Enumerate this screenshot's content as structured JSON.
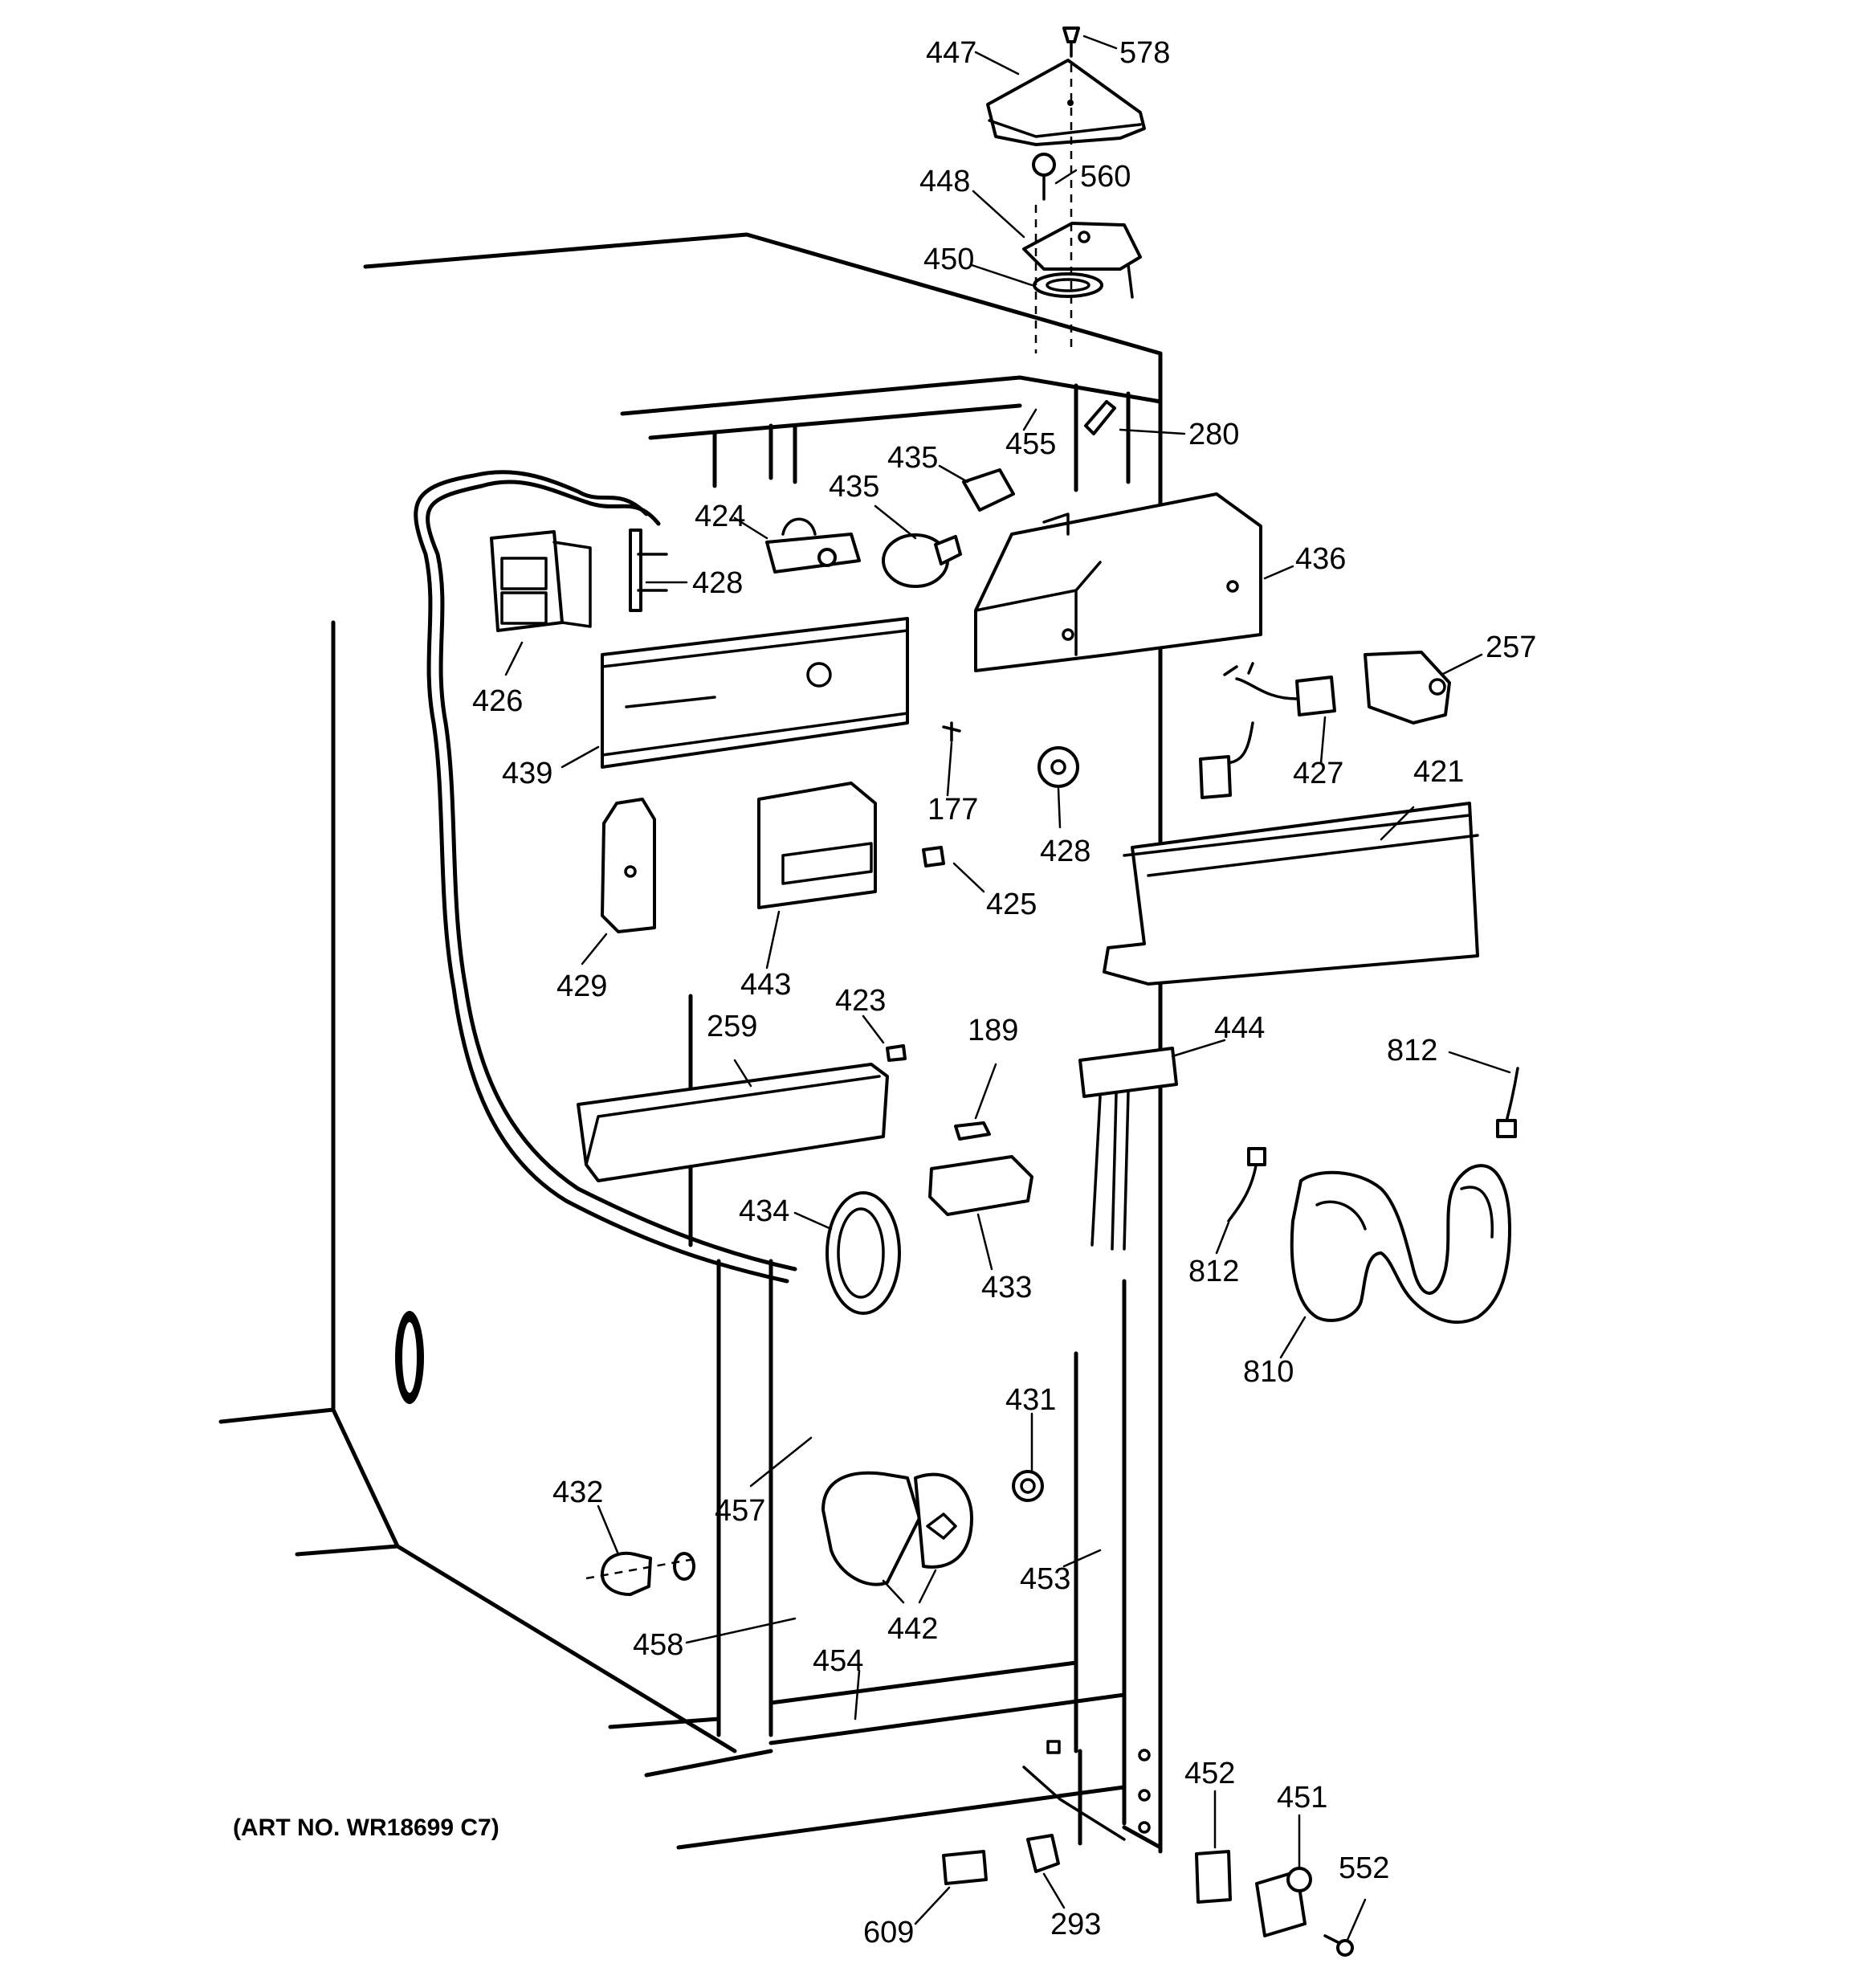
{
  "art_number": "(ART NO. WR18699 C7)",
  "labels": {
    "p578": "578",
    "p447": "447",
    "p560": "560",
    "p448": "448",
    "p450": "450",
    "p455": "455",
    "p280": "280",
    "p435a": "435",
    "p435b": "435",
    "p424": "424",
    "p428a": "428",
    "p426": "426",
    "p436": "436",
    "p257": "257",
    "p439": "439",
    "p177": "177",
    "p428b": "428",
    "p427": "427",
    "p421": "421",
    "p429": "429",
    "p443": "443",
    "p425": "425",
    "p423": "423",
    "p189": "189",
    "p444": "444",
    "p812a": "812",
    "p259": "259",
    "p434": "434",
    "p433": "433",
    "p812b": "812",
    "p810": "810",
    "p431": "431",
    "p432": "432",
    "p457": "457",
    "p453": "453",
    "p442": "442",
    "p458": "458",
    "p454": "454",
    "p452": "452",
    "p451": "451",
    "p552": "552",
    "p609": "609",
    "p293": "293"
  }
}
